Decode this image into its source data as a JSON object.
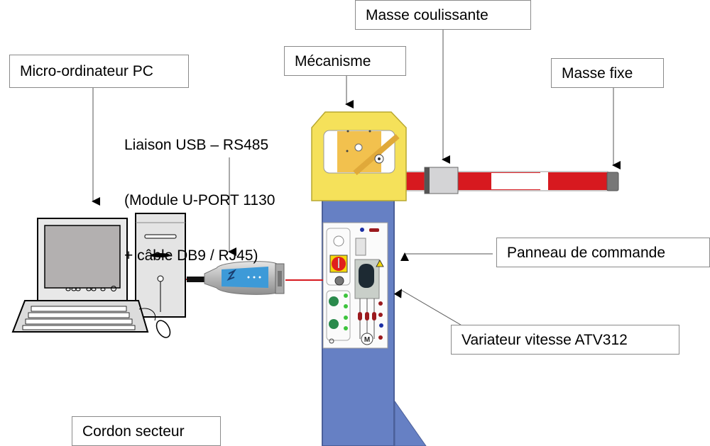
{
  "diagram": {
    "labels": {
      "pc": "Micro-ordinateur PC",
      "mechanism": "Mécanisme",
      "sliding_mass": "Masse coulissante",
      "fixed_mass": "Masse fixe",
      "control_panel": "Panneau de commande",
      "speed_drive": "Variateur vitesse ATV312",
      "power_cord": "Cordon secteur"
    },
    "usb_link": {
      "line1": "Liaison USB – RS485",
      "line2": "(Module U-PORT 1130",
      "line3": "+ câble DB9 / RJ45)"
    },
    "components": [
      {
        "name": "personal-computer",
        "icon": "desktop-computer-icon"
      },
      {
        "name": "usb-rs485-adapter",
        "icon": "usb-serial-adapter-icon"
      },
      {
        "name": "barrier-mechanism-housing",
        "icon": "gearbox-icon"
      },
      {
        "name": "barrier-arm",
        "icon": "boom-arm-icon"
      },
      {
        "name": "sliding-mass",
        "icon": "weight-icon"
      },
      {
        "name": "fixed-mass",
        "icon": "end-cap-icon"
      },
      {
        "name": "control-panel",
        "icon": "control-panel-icon"
      },
      {
        "name": "speed-drive",
        "icon": "variable-speed-drive-icon"
      },
      {
        "name": "motor",
        "icon": "motor-icon",
        "symbol": "M"
      }
    ],
    "colors": {
      "housing_yellow": "#f5e15a",
      "mechanism_orange": "#f2c14e",
      "post_blue": "#6680c4",
      "arm_red": "#d7191f",
      "arm_white": "#ffffff",
      "mass_gray": "#d4d4d6",
      "cable_red": "#d7191f",
      "adapter_blue": "#3d9ad8"
    }
  }
}
